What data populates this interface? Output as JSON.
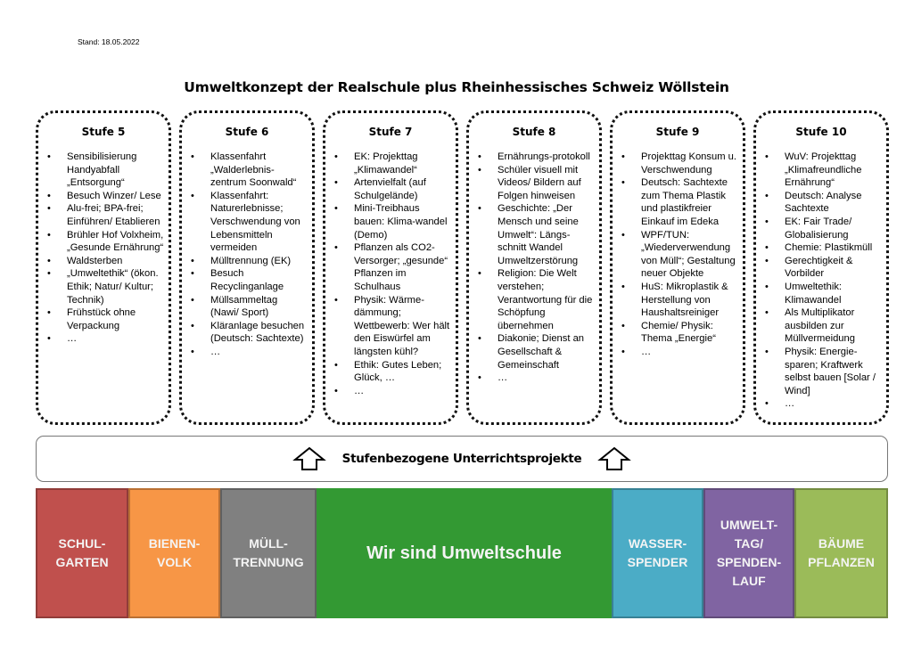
{
  "stand": "Stand: 18.05.2022",
  "title": "Umweltkonzept der Realschule plus Rheinhessisches Schweiz Wöllstein",
  "stufen": [
    {
      "heading": "Stufe 5",
      "items": [
        "Sensibilisierung Handyabfall „Entsorgung“",
        "Besuch Winzer/ Lese",
        "Alu-frei; BPA-frei; Einführen/ Etablieren",
        "Brühler Hof Volxheim, „Gesunde Ernährung“",
        "Waldsterben",
        "„Umweltethik“ (ökon. Ethik; Natur/ Kultur; Technik)",
        "Frühstück ohne Verpackung",
        "…"
      ]
    },
    {
      "heading": "Stufe 6",
      "items": [
        "Klassenfahrt „Walderlebnis-zentrum Soonwald“",
        "Klassenfahrt: Naturerlebnisse; Verschwendung von Lebensmitteln vermeiden",
        "Mülltrennung (EK)",
        "Besuch Recyclinganlage",
        "Müllsammeltag (Nawi/ Sport)",
        "Kläranlage besuchen (Deutsch: Sachtexte)",
        "…"
      ]
    },
    {
      "heading": "Stufe 7",
      "items": [
        "EK: Projekttag „Klimawandel“",
        "Artenvielfalt (auf Schulgelände)",
        "Mini-Treibhaus bauen: Klima-wandel (Demo)",
        "Pflanzen als CO2-Versorger; „gesunde“ Pflanzen im Schulhaus",
        "Physik: Wärme-dämmung; Wettbewerb: Wer hält den Eiswürfel am längsten kühl?",
        "Ethik: Gutes Leben; Glück, …",
        "…"
      ]
    },
    {
      "heading": "Stufe 8",
      "items": [
        "Ernährungs-protokoll",
        "Schüler visuell mit Videos/ Bildern auf Folgen hinweisen",
        "Geschichte: „Der Mensch und seine Umwelt“: Längs-schnitt Wandel Umweltzerstörung",
        "Religion: Die Welt verstehen; Verantwortung für die Schöpfung übernehmen",
        "Diakonie; Dienst an Gesellschaft & Gemeinschaft",
        "…"
      ]
    },
    {
      "heading": "Stufe 9",
      "items": [
        "Projekttag Konsum u. Verschwendung",
        "Deutsch: Sachtexte zum Thema Plastik und plastikfreier Einkauf im Edeka",
        "WPF/TUN: „Wiederverwendung von Müll“; Gestaltung neuer Objekte",
        "HuS: Mikroplastik & Herstellung von Haushaltsreiniger",
        "Chemie/ Physik: Thema „Energie“",
        "…"
      ]
    },
    {
      "heading": "Stufe 10",
      "items": [
        "WuV: Projekttag „Klimafreundliche Ernährung“",
        "Deutsch: Analyse Sachtexte",
        "EK: Fair Trade/ Globalisierung",
        "Chemie: Plastikmüll",
        "Gerechtigkeit & Vorbilder",
        "Umweltethik: Klimawandel",
        "Als Multiplikator ausbilden zur Müllvermeidung",
        "Physik: Energie-sparen; Kraftwerk selbst bauen [Solar / Wind]",
        "…"
      ]
    }
  ],
  "banner": {
    "text": "Stufenbezogene Unterrichtsprojekte",
    "icon": "up-arrow-outline-icon"
  },
  "blocks": [
    {
      "label": "SCHUL-\nGARTEN",
      "color": "#c0504d"
    },
    {
      "label": "BIENEN-\nVOLK",
      "color": "#f79646"
    },
    {
      "label": "MÜLL-\nTRENNUNG",
      "color": "#808080"
    },
    {
      "label": "Wir sind Umweltschule",
      "color": "#339933"
    },
    {
      "label": "WASSER-\nSPENDER",
      "color": "#4bacc6"
    },
    {
      "label": "UMWELT-\nTAG/\nSPENDEN-\nLAUF",
      "color": "#8064a2"
    },
    {
      "label": "BÄUME\nPFLANZEN",
      "color": "#9bbb59"
    }
  ]
}
